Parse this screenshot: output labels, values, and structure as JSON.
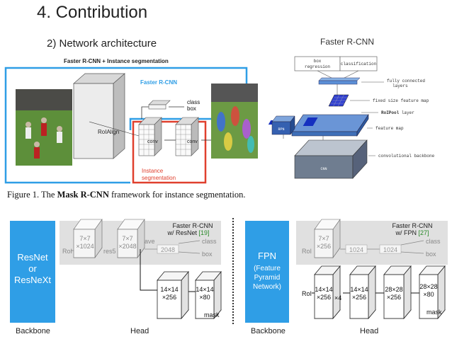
{
  "slide": {
    "title": "4. Contribution",
    "subtitle": "2) Network architecture",
    "right_title": "Faster R-CNN"
  },
  "mask_rcnn_fig": {
    "heading": "Faster R-CNN + Instance segmentation",
    "faster_rcnn_label": "Faster R-CNN",
    "roialign": "RoIAlign",
    "conv1": "conv",
    "conv2": "conv",
    "class": "class",
    "box": "box",
    "instance_seg_line1": "Instance",
    "instance_seg_line2": "segmentation",
    "caption_prefix": "Figure 1. The ",
    "caption_bold": "Mask R-CNN",
    "caption_suffix": " framework for instance segmentation.",
    "colors": {
      "blue_box": "#2f9ee6",
      "red_box": "#e0402e"
    }
  },
  "faster_rcnn_fig": {
    "box_regression_line1": "box",
    "box_regression_line2": "regression",
    "classification": "classification",
    "fc_line1": "fully connected",
    "fc_line2": "layers",
    "fixed_size": "fixed size feature map",
    "roipool": "RoIPool",
    "roipool_suffix": " layer",
    "rpn": "RPN",
    "feature_map": "feature map",
    "cnn": "CNN",
    "conv_backbone": "convolutional backbone"
  },
  "resnet_head": {
    "backbone_line1": "ResNet",
    "backbone_line2": "or",
    "backbone_line3": "ResNeXt",
    "ref_line1": "Faster R-CNN",
    "ref_line2_prefix": "w/ ResNet ",
    "ref_num": "[19]",
    "roi": "RoI",
    "res5": "res5",
    "ave": "ave",
    "b1_line1": "7×7",
    "b1_line2": "×1024",
    "b2_line1": "7×7",
    "b2_line2": "×2048",
    "fc": "2048",
    "class": "class",
    "box": "box",
    "m1_line1": "14×14",
    "m1_line2": "×256",
    "m2_line1": "14×14",
    "m2_line2": "×80",
    "mask": "mask",
    "label_backbone": "Backbone",
    "label_head": "Head"
  },
  "fpn_head": {
    "backbone_line1": "FPN",
    "backbone_line2": "(Feature",
    "backbone_line3": "Pyramid",
    "backbone_line4": "Network)",
    "ref_line1": "Faster R-CNN",
    "ref_line2_prefix": "w/ FPN ",
    "ref_num": "[27]",
    "roi_top": "RoI",
    "roi_bottom": "RoI",
    "b1_line1": "7×7",
    "b1_line2": "×256",
    "fc1": "1024",
    "fc2": "1024",
    "class": "class",
    "box": "box",
    "m1_line1": "14×14",
    "m1_line2": "×256",
    "x4": "×4",
    "m2_line1": "14×14",
    "m2_line2": "×256",
    "m3_line1": "28×28",
    "m3_line2": "×256",
    "m4_line1": "28×28",
    "m4_line2": "×80",
    "mask": "mask",
    "label_backbone": "Backbone",
    "label_head": "Head"
  }
}
